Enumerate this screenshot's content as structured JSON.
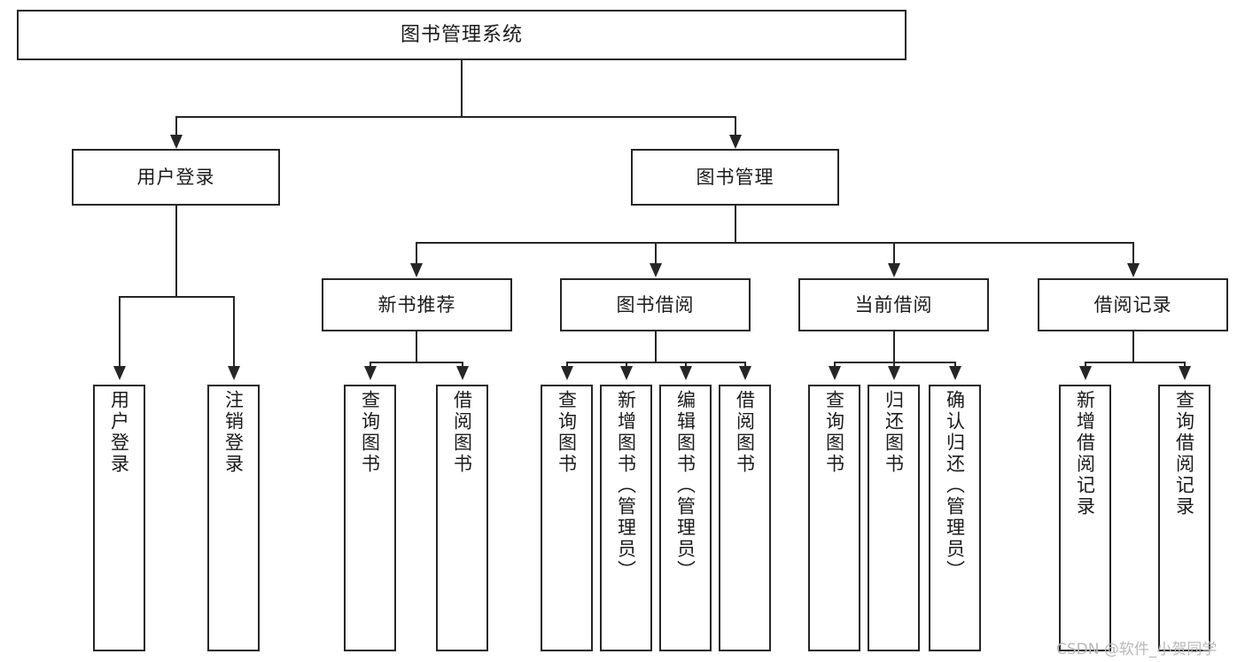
{
  "diagram": {
    "title": "图书管理系统",
    "type": "tree-hierarchy-chart",
    "watermark": "CSDN @软件_小贺同学",
    "root": {
      "label": "图书管理系统"
    },
    "level2": [
      {
        "label": "用户登录"
      },
      {
        "label": "图书管理"
      }
    ],
    "level3": [
      {
        "label": "新书推荐"
      },
      {
        "label": "图书借阅"
      },
      {
        "label": "当前借阅"
      },
      {
        "label": "借阅记录"
      }
    ],
    "leaves": {
      "user_login": [
        {
          "label": "用户登录"
        },
        {
          "label": "注销登录"
        }
      ],
      "new_book_recommend": [
        {
          "label": "查询图书"
        },
        {
          "label": "借阅图书"
        }
      ],
      "book_borrow": [
        {
          "label": "查询图书"
        },
        {
          "label": "新增图书（管理员）"
        },
        {
          "label": "编辑图书（管理员）"
        },
        {
          "label": "借阅图书"
        }
      ],
      "current_borrow": [
        {
          "label": "查询图书"
        },
        {
          "label": "归还图书"
        },
        {
          "label": "确认归还（管理员）"
        }
      ],
      "borrow_record": [
        {
          "label": "新增借阅记录"
        },
        {
          "label": "查询借阅记录"
        }
      ]
    },
    "colors": {
      "stroke": "#262626",
      "fill": "#ffffff",
      "text": "#1b1b1b",
      "watermark": "#b9b9b9"
    }
  }
}
